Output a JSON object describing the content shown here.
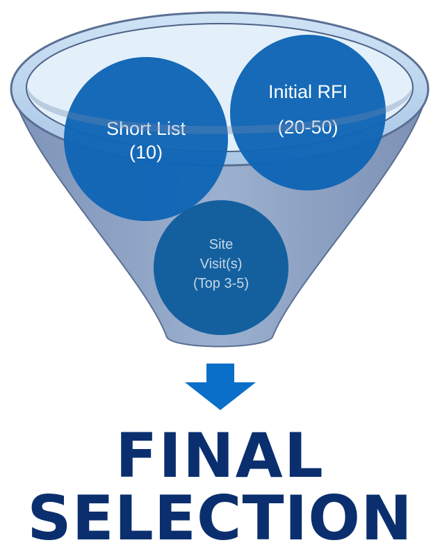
{
  "funnel": {
    "stages": [
      {
        "id": "short-list",
        "lines": [
          "Short List",
          "(10)"
        ]
      },
      {
        "id": "initial-rfi",
        "lines": [
          "Initial RFI",
          "(20-50)"
        ]
      },
      {
        "id": "site-visits",
        "lines": [
          "Site",
          "Visit(s)",
          "(Top 3-5)"
        ]
      }
    ]
  },
  "result": {
    "line1": "FINAL",
    "line2": "SELECTION"
  },
  "colors": {
    "funnel_body": "#8fa4c6",
    "funnel_rim": "#b9d3ef",
    "funnel_rim_inner": "#e6f2fb",
    "circle_blue": "#0f65b5",
    "circle_site": "#14609f",
    "arrow": "#0a6fc9",
    "final_text": "#0b2f6e"
  }
}
